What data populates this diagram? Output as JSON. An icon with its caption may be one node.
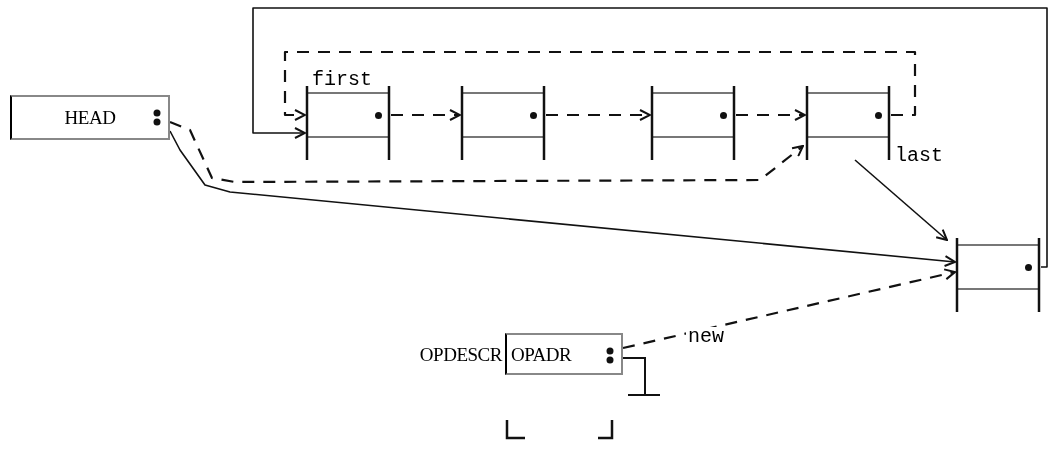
{
  "diagram": {
    "nodes": [
      {
        "text": [
          "HEAD"
        ]
      },
      {
        "text": [],
        "shape": "box"
      },
      {
        "text": [],
        "shape": "box"
      },
      {
        "text": [],
        "shape": "box"
      },
      {
        "text": [],
        "shape": "box"
      },
      {
        "text": [],
        "shape": "box"
      },
      {
        "text": [
          "OPADR"
        ],
        "beside": [
          "OPDESCR"
        ]
      }
    ],
    "edges": [
      {
        "from": 0,
        "to": 4,
        "arrow": "to",
        "style": "dashed"
      },
      {
        "from": 0,
        "to": 5,
        "arrow": "to"
      },
      {
        "from": 1,
        "to": 2,
        "arrow": "to",
        "style": "dashed"
      },
      {
        "from": 2,
        "to": 3,
        "arrow": "to",
        "style": "dashed"
      },
      {
        "from": 3,
        "to": 4,
        "arrow": "to",
        "style": "dashed"
      },
      {
        "from": 4,
        "to": 1,
        "arrow": "to",
        "style": "dashed"
      },
      {
        "from": 4,
        "to": 5,
        "arrow": "to",
        "label": "last"
      },
      {
        "from": 5,
        "to": 1,
        "arrow": "to"
      },
      {
        "from": 6,
        "to": 5,
        "arrow": "to",
        "style": "dashed",
        "label": "new"
      }
    ],
    "labels": [
      "first"
    ]
  }
}
